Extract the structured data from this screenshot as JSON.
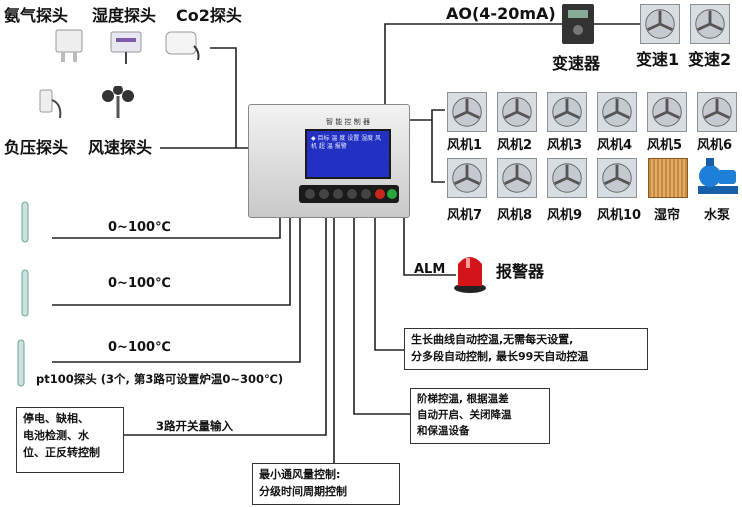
{
  "sensors": {
    "ammonia": "氨气探头",
    "humidity": "湿度探头",
    "co2": "Co2探头",
    "negative_pressure": "负压探头",
    "wind_speed": "风速探头"
  },
  "controller": {
    "screen_title": "智 能 控 制 器",
    "screen_text": "◆ 目标 温 度 设置 湿度 风 机 超 温 报警"
  },
  "analog_output": {
    "label": "AO(4-20mA)",
    "inverter": "变速器",
    "var_fan_1": "变速1",
    "var_fan_2": "变速2"
  },
  "fans": {
    "row1": [
      "风机1",
      "风机2",
      "风机3",
      "风机4",
      "风机5",
      "风机6"
    ],
    "row2": [
      "风机7",
      "风机8",
      "风机9",
      "风机10"
    ],
    "wet_curtain": "湿帘",
    "pump": "水泵"
  },
  "alarm": {
    "alm": "ALM",
    "label": "报警器"
  },
  "temperature": {
    "range_1": "0~100℃",
    "range_2": "0~100℃",
    "range_3": "0~100℃",
    "note": "pt100探头 (3个, 第3路可设置炉温0~300℃)"
  },
  "switch_input": {
    "label": "3路开关量输入",
    "box": [
      "停电、缺相、",
      "电池检测、水",
      "位、正反转控制"
    ]
  },
  "notes": {
    "growth_curve": [
      "生长曲线自动控温,无需每天设置,",
      "分多段自动控制, 最长99天自动控温"
    ],
    "step_control": [
      "阶梯控温, 根据温差",
      "自动开启、关闭降温",
      "和保温设备"
    ],
    "min_ventilation": [
      "最小通风量控制:",
      "分级时间周期控制"
    ]
  },
  "colors": {
    "screen": "#2231c2",
    "alarm": "#d4141b",
    "curtain": "#c98a3c",
    "pump": "#1d7fd6"
  }
}
